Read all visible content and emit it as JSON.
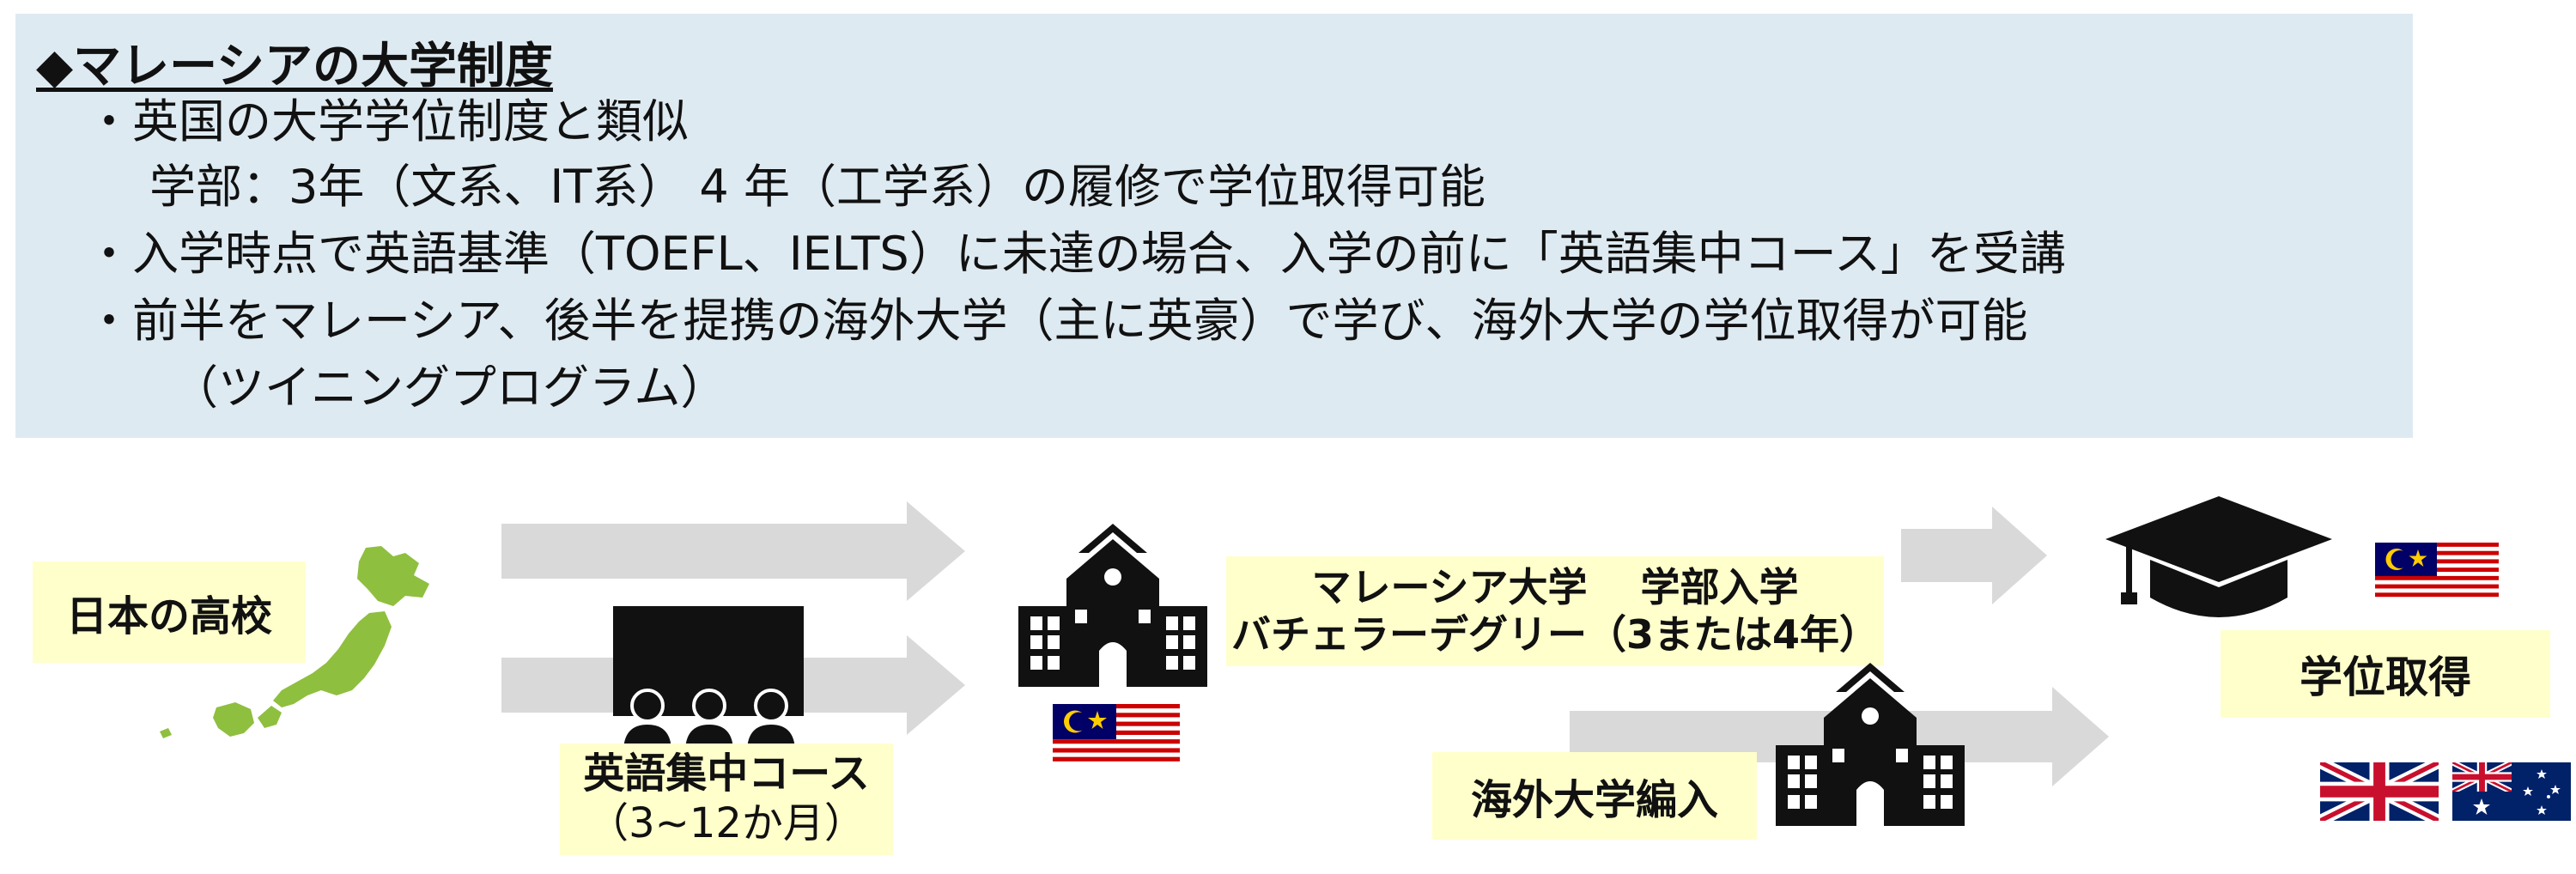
{
  "info": {
    "title": "◆マレーシアの大学制度",
    "lines": [
      "・英国の大学学位制度と類似",
      "学部：3年（文系、IT系） 4 年（工学系）の履修で学位取得可能",
      "・入学時点で英語基準（TOEFL、IELTS）に未達の場合、入学の前に「英語集中コース」を受講",
      "・前半をマレーシア、後半を提携の海外大学（主に英豪）で学び、海外大学の学位取得が可能",
      "（ツイニングプログラム）"
    ]
  },
  "flow": {
    "japan_high_school": "日本の高校",
    "english_course": {
      "line1": "英語集中コース",
      "line2": "（3~12か月）"
    },
    "malaysia_university": {
      "line1": "マレーシア大学　 学部入学",
      "line2": "バチェラーデグリー（3または4年）"
    },
    "overseas_transfer": "海外大学編入",
    "degree": "学位取得"
  },
  "colors": {
    "panel_bg": "#deeaf1",
    "label_bg": "#ffffcc",
    "arrow": "#d9d9d9",
    "japan_map": "#8fbf3f",
    "icon": "#111111",
    "flag_red": "#cc0001",
    "flag_blue": "#010066",
    "flag_yellow": "#ffcc00",
    "union_blue": "#012169",
    "union_red": "#c8102e"
  },
  "icons": {
    "japan": "japan-map-icon",
    "classroom": "classroom-icon",
    "university": "university-building-icon",
    "graduation": "graduation-cap-icon",
    "flag_malaysia": "malaysia-flag-icon",
    "flag_uk": "uk-flag-icon",
    "flag_australia": "australia-flag-icon"
  }
}
